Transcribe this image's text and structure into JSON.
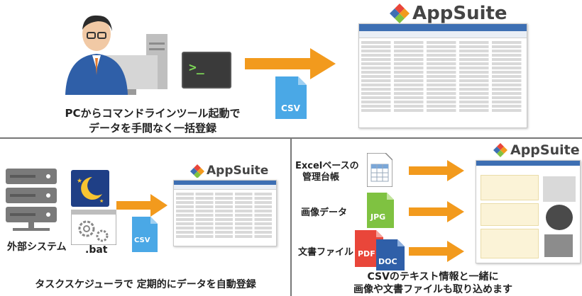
{
  "colors": {
    "arrow": "#f29a1d",
    "csv": "#4aa8e6",
    "jpg": "#7fc241",
    "pdf": "#e9463a",
    "doc": "#2f5fa8",
    "divider": "#7a7a7a"
  },
  "logo_text": "AppSuite",
  "csv_label": "CSV",
  "terminal_prompt": ">_",
  "top": {
    "caption_line1": "PCからコマンドラインツール起動で",
    "caption_line2": "データを手間なく一括登録"
  },
  "left": {
    "system_label": "外部システム",
    "bat_label": ".bat",
    "caption": "タスクスケジューラで 定期的にデータを自動登録"
  },
  "right": {
    "excel_label_line1": "Excelベースの",
    "excel_label_line2": "管理台帳",
    "image_label": "画像データ",
    "jpg_label": "JPG",
    "doc_label": "文書ファイル",
    "pdf_tag": "PDF",
    "doc_tag": "DOC",
    "caption_line1": "CSVのテキスト情報と一緒に",
    "caption_line2": "画像や文書ファイルも取り込めます"
  },
  "icons": [
    "developer-person-icon",
    "terminal-icon",
    "csv-file-icon",
    "server-icon",
    "night-moon-icon",
    "gear-window-icon",
    "spreadsheet-file-icon",
    "jpg-file-icon",
    "pdf-file-icon",
    "doc-file-icon",
    "appsuite-logo-icon",
    "arrow-icon"
  ]
}
